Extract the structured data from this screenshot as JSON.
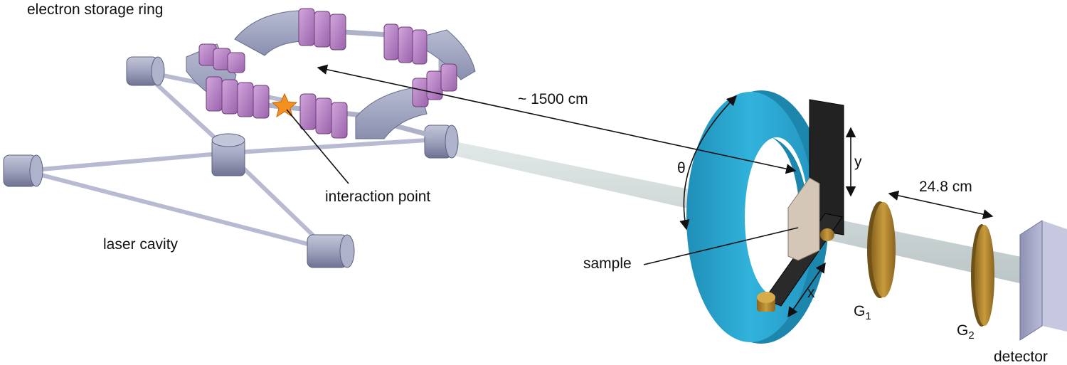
{
  "labels": {
    "storage_ring": "electron storage ring",
    "distance_long": "~ 1500 cm",
    "interaction_point": "interaction point",
    "laser_cavity": "laser cavity",
    "theta": "θ",
    "y": "y",
    "x": "x",
    "sample": "sample",
    "distance_gratings": "24.8 cm",
    "g1_base": "G",
    "g1_sub": "1",
    "g2_base": "G",
    "g2_sub": "2",
    "detector": "detector"
  },
  "colors": {
    "magnet_purple": "#b889c4",
    "dipole_grey": "#9fa4bd",
    "beam": "#c9d3d3",
    "rotation_stage": "#2ba7cf",
    "grating": "#b98a2e",
    "star": "#f3901f",
    "detector": "#a6a9c9"
  }
}
